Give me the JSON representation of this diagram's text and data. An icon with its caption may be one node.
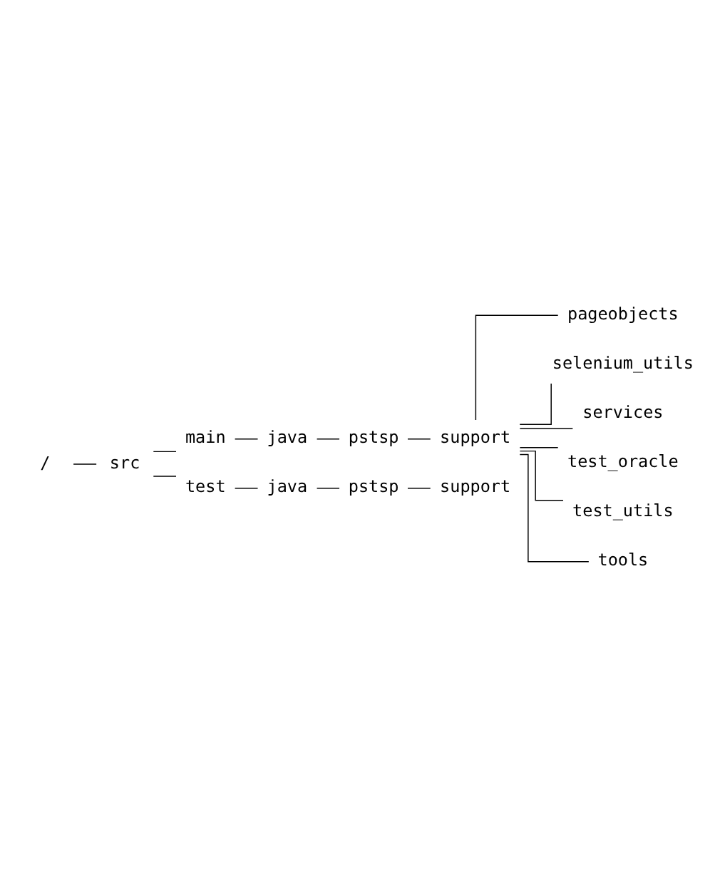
{
  "diagram": {
    "nodes": [
      {
        "text": [
          "/"
        ]
      },
      {
        "text": [
          "src"
        ]
      },
      {
        "text": [
          "main"
        ]
      },
      {
        "text": [
          "java"
        ]
      },
      {
        "text": [
          "pstsp"
        ]
      },
      {
        "text": [
          "support"
        ]
      },
      {
        "text": [
          "pageobjects"
        ]
      },
      {
        "text": [
          "selenium_utils"
        ]
      },
      {
        "text": [
          "services"
        ]
      },
      {
        "text": [
          "test_oracle"
        ]
      },
      {
        "text": [
          "test_utils"
        ]
      },
      {
        "text": [
          "tools"
        ]
      },
      {
        "text": [
          "test"
        ]
      },
      {
        "text": [
          "java"
        ]
      },
      {
        "text": [
          "pstsp"
        ]
      },
      {
        "text": [
          "support"
        ]
      }
    ],
    "edges": [
      {
        "from": 0,
        "to": 1,
        "arrow": "none"
      },
      {
        "from": 1,
        "to": 2,
        "arrow": "none"
      },
      {
        "from": 2,
        "to": 3,
        "arrow": "none"
      },
      {
        "from": 3,
        "to": 4,
        "arrow": "none"
      },
      {
        "from": 4,
        "to": 5,
        "arrow": "none"
      },
      {
        "from": 5,
        "to": 6,
        "arrow": "none"
      },
      {
        "from": 5,
        "to": 7,
        "arrow": "none"
      },
      {
        "from": 5,
        "to": 8,
        "arrow": "none"
      },
      {
        "from": 5,
        "to": 9,
        "arrow": "none"
      },
      {
        "from": 5,
        "to": 10,
        "arrow": "none"
      },
      {
        "from": 5,
        "to": 11,
        "arrow": "none"
      },
      {
        "from": 1,
        "to": 12,
        "arrow": "none"
      },
      {
        "from": 12,
        "to": 13,
        "arrow": "none"
      },
      {
        "from": 13,
        "to": 14,
        "arrow": "none"
      },
      {
        "from": 14,
        "to": 15,
        "arrow": "none"
      }
    ]
  }
}
